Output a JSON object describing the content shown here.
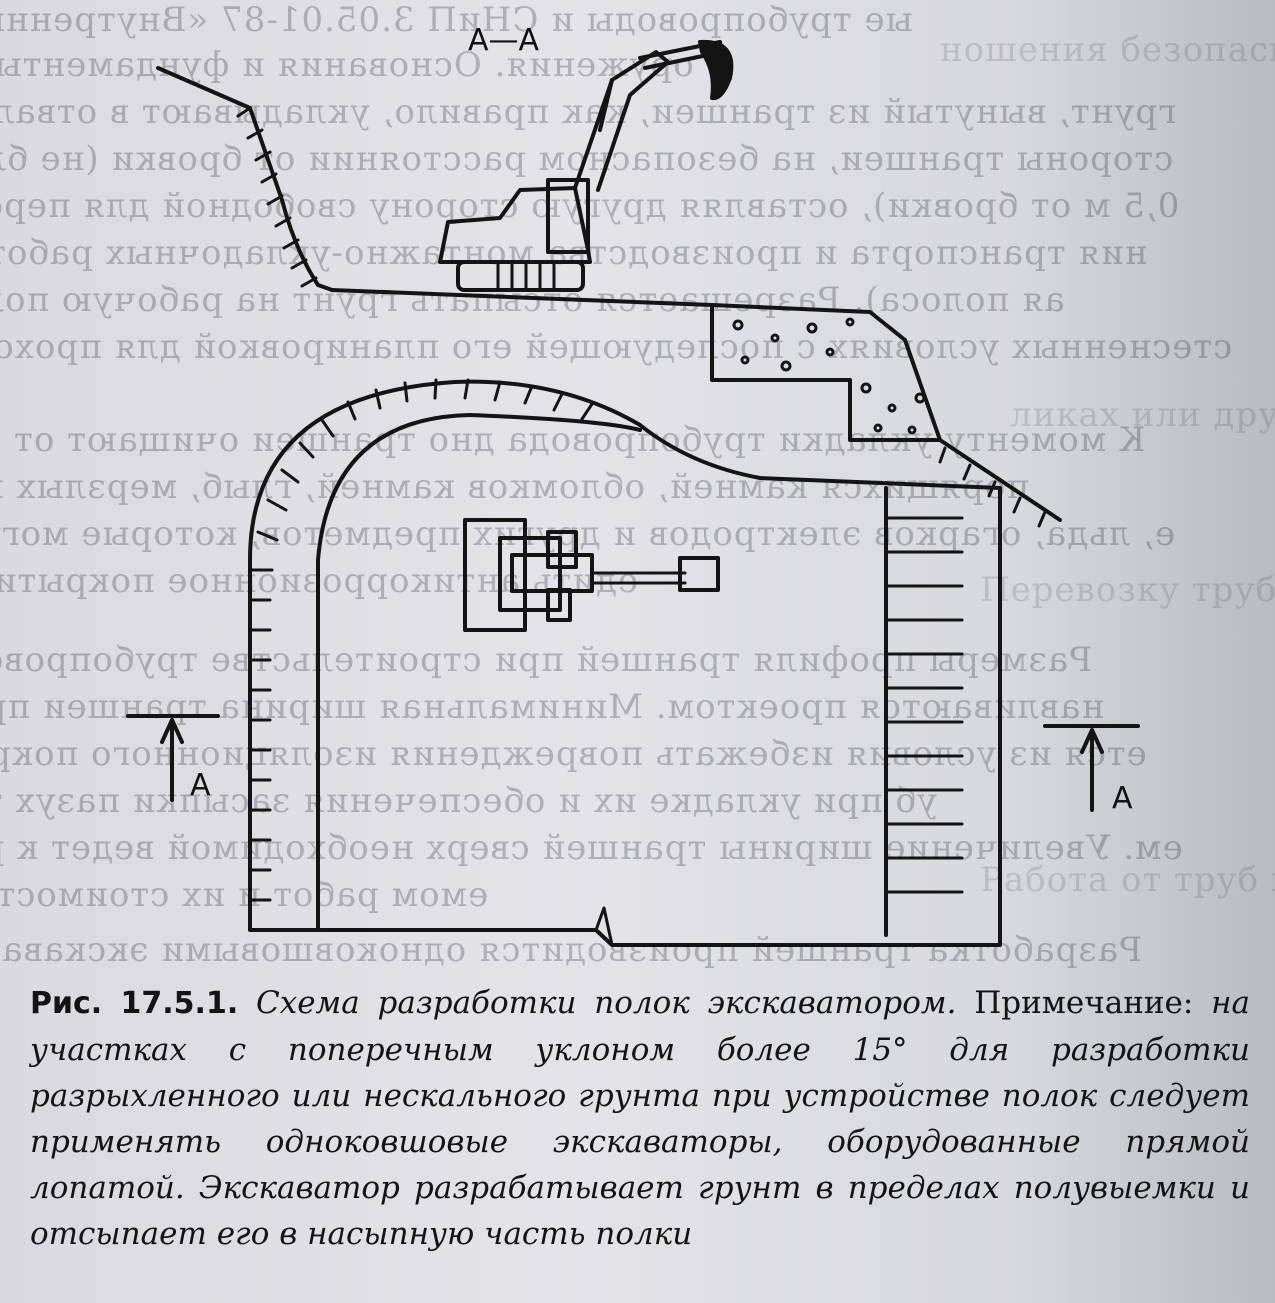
{
  "figure": {
    "section_label": "А—А",
    "arrow_label_left": "А",
    "arrow_label_right": "А"
  },
  "caption": {
    "figure_number": "Рис. 17.5.1.",
    "title": "Схема разработки полок экскаватором.",
    "note_label": "Примечание:",
    "note_text": "на участках с поперечным уклоном более 15° для разработки разрыхленного или нескального грунта при устройстве полок следует применять одноковшовые экскаваторы, оборудованные прямой лопатой. Экскаватор разрабатывает грунт в пределах полувыемки и отсыпает его в насыпную часть полки"
  },
  "colors": {
    "ink": "#141414",
    "paper": "#e0e0e6"
  }
}
